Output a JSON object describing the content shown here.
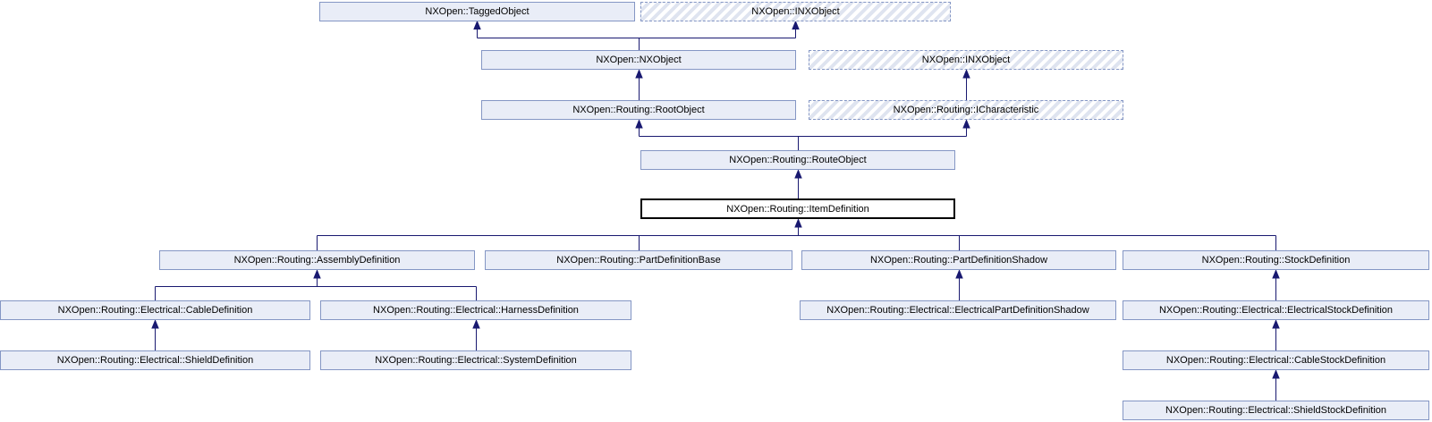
{
  "diagram": {
    "kind": "class-inheritance-graph",
    "colors": {
      "background": "#ffffff",
      "node_fill": "#e9edf7",
      "node_border": "#8496c4",
      "hatch_stripe": "#dfe4f0",
      "main_node_fill": "#ffffff",
      "main_node_border": "#000000",
      "edge": "#191970",
      "text": "#000000"
    }
  },
  "nodes": {
    "tagged_object": {
      "label": "NXOpen::TaggedObject",
      "style": "solid"
    },
    "inx_object_top": {
      "label": "NXOpen::INXObject",
      "style": "hatched"
    },
    "nx_object": {
      "label": "NXOpen::NXObject",
      "style": "solid"
    },
    "inx_object_mid": {
      "label": "NXOpen::INXObject",
      "style": "hatched"
    },
    "root_object": {
      "label": "NXOpen::Routing::RootObject",
      "style": "solid"
    },
    "icharacteristic": {
      "label": "NXOpen::Routing::ICharacteristic",
      "style": "hatched"
    },
    "route_object": {
      "label": "NXOpen::Routing::RouteObject",
      "style": "solid"
    },
    "item_definition": {
      "label": "NXOpen::Routing::ItemDefinition",
      "style": "main"
    },
    "assembly_definition": {
      "label": "NXOpen::Routing::AssemblyDefinition",
      "style": "solid"
    },
    "part_definition_base": {
      "label": "NXOpen::Routing::PartDefinitionBase",
      "style": "solid"
    },
    "part_definition_shadow": {
      "label": "NXOpen::Routing::PartDefinitionShadow",
      "style": "solid"
    },
    "stock_definition": {
      "label": "NXOpen::Routing::StockDefinition",
      "style": "solid"
    },
    "cable_definition": {
      "label": "NXOpen::Routing::Electrical::CableDefinition",
      "style": "solid"
    },
    "harness_definition": {
      "label": "NXOpen::Routing::Electrical::HarnessDefinition",
      "style": "solid"
    },
    "electrical_part_definition_shadow": {
      "label": "NXOpen::Routing::Electrical::ElectricalPartDefinitionShadow",
      "style": "solid"
    },
    "electrical_stock_definition": {
      "label": "NXOpen::Routing::Electrical::ElectricalStockDefinition",
      "style": "solid"
    },
    "shield_definition": {
      "label": "NXOpen::Routing::Electrical::ShieldDefinition",
      "style": "solid"
    },
    "system_definition": {
      "label": "NXOpen::Routing::Electrical::SystemDefinition",
      "style": "solid"
    },
    "cable_stock_definition": {
      "label": "NXOpen::Routing::Electrical::CableStockDefinition",
      "style": "solid"
    },
    "shield_stock_definition": {
      "label": "NXOpen::Routing::Electrical::ShieldStockDefinition",
      "style": "solid"
    }
  },
  "edges": [
    {
      "from": "nx_object",
      "to": "tagged_object"
    },
    {
      "from": "nx_object",
      "to": "inx_object_top"
    },
    {
      "from": "root_object",
      "to": "nx_object"
    },
    {
      "from": "icharacteristic",
      "to": "inx_object_mid"
    },
    {
      "from": "route_object",
      "to": "root_object"
    },
    {
      "from": "route_object",
      "to": "icharacteristic"
    },
    {
      "from": "item_definition",
      "to": "route_object"
    },
    {
      "from": "assembly_definition",
      "to": "item_definition"
    },
    {
      "from": "part_definition_base",
      "to": "item_definition"
    },
    {
      "from": "part_definition_shadow",
      "to": "item_definition"
    },
    {
      "from": "stock_definition",
      "to": "item_definition"
    },
    {
      "from": "cable_definition",
      "to": "assembly_definition"
    },
    {
      "from": "harness_definition",
      "to": "assembly_definition"
    },
    {
      "from": "electrical_part_definition_shadow",
      "to": "part_definition_shadow"
    },
    {
      "from": "electrical_stock_definition",
      "to": "stock_definition"
    },
    {
      "from": "shield_definition",
      "to": "cable_definition"
    },
    {
      "from": "system_definition",
      "to": "harness_definition"
    },
    {
      "from": "cable_stock_definition",
      "to": "electrical_stock_definition"
    },
    {
      "from": "shield_stock_definition",
      "to": "cable_stock_definition"
    }
  ]
}
